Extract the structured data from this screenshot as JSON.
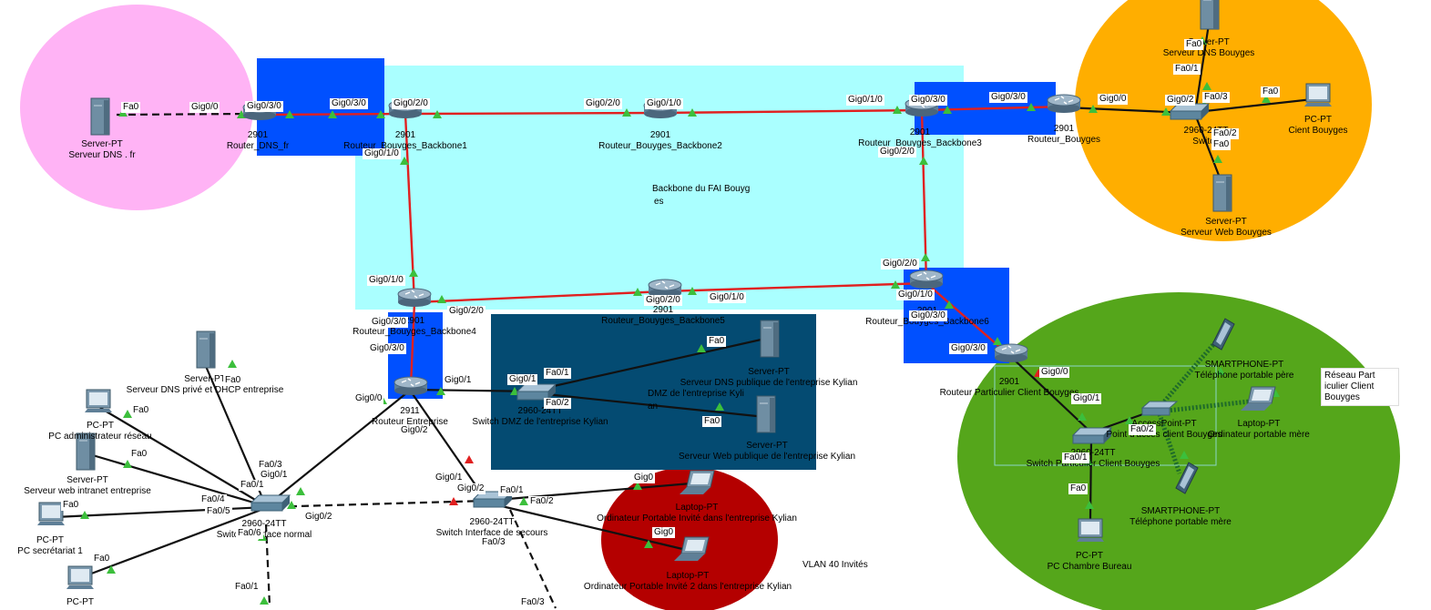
{
  "colors": {
    "pink_zone": "#ffb3f5",
    "orange_zone": "#ffae00",
    "green_zone": "#55a61b",
    "backbone_zone": "#aaffff",
    "dmz_zone": "#044b72",
    "blue_block": "#0050ff",
    "guest_zone": "#b40000",
    "red_link": "#e02020",
    "black_link": "#111111"
  },
  "zones": {
    "backbone_label": "Backbone du FAI Bouyg",
    "backbone_label2": "es",
    "dmz_label": "DMZ de l'entreprise Kyli",
    "dmz_label2": "an",
    "vlan_label": "VLAN 40 Invités",
    "client_note": "Réseau Part\niculier Client\nBouyges"
  },
  "devices": {
    "dns_fr": {
      "type": "Server-PT",
      "name": "Serveur DNS . fr"
    },
    "router_dns_fr": {
      "type": "2901",
      "name": "Router_DNS_fr"
    },
    "bb1": {
      "type": "2901",
      "name": "Routeur_Bouyges_Backbone1"
    },
    "bb2": {
      "type": "2901",
      "name": "Routeur_Bouyges_Backbone2"
    },
    "bb3": {
      "type": "2901",
      "name": "Routeur_Bouyges_Backbone3"
    },
    "bb4": {
      "type": "2901",
      "name": "Routeur_Bouyges_Backbone4"
    },
    "bb5": {
      "type": "2901",
      "name": "Routeur_Bouyges_Backbone5"
    },
    "bb6": {
      "type": "2901",
      "name": "Routeur_Bouyges_Backbone6"
    },
    "router_bouyges": {
      "type": "2901",
      "name": "Routeur_Bouyges"
    },
    "switch_bouyges": {
      "type": "2960-24TT",
      "name": "Switch"
    },
    "dns_bouyges": {
      "type": "Server-PT",
      "name": "Serveur DNS Bouyges"
    },
    "pc_client": {
      "type": "PC-PT",
      "name": "Cient Bouyges"
    },
    "web_bouyges": {
      "type": "Server-PT",
      "name": "Serveur Web Bouyges"
    },
    "router_particulier": {
      "type": "2901",
      "name": "Routeur Particulier Client Bouyges"
    },
    "switch_particulier": {
      "type": "2960-24TT",
      "name": "Switch Particulier Client Bouyges"
    },
    "access_point": {
      "type": "AccessPoint-PT",
      "name": "Point d'accès client Bouyges"
    },
    "phone_pere": {
      "type": "SMARTPHONE-PT",
      "name": "Téléphone portable père"
    },
    "laptop_mere": {
      "type": "Laptop-PT",
      "name": "Ordinateur portable mère"
    },
    "phone_mere": {
      "type": "SMARTPHONE-PT",
      "name": "Téléphone portable mère"
    },
    "pc_bureau": {
      "type": "PC-PT",
      "name": "PC Chambre Bureau"
    },
    "router_entreprise": {
      "type": "2911",
      "name": "Routeur Entreprise"
    },
    "switch_dmz": {
      "type": "2960-24TT",
      "name": "Switch DMZ de l'entreprise Kylian"
    },
    "dns_public": {
      "type": "Server-PT",
      "name": "Serveur DNS publique de l'entreprise Kylian"
    },
    "web_public": {
      "type": "Server-PT",
      "name": "Serveur Web publique de l'entreprise Kylian"
    },
    "dns_prive": {
      "type": "Server-PT",
      "name": "Serveur DNS privé et DHCP entreprise"
    },
    "pc_admin": {
      "type": "PC-PT",
      "name": "PC administrateur réseau"
    },
    "web_intranet": {
      "type": "Server-PT",
      "name": "Serveur web intranet entreprise"
    },
    "pc_secretariat": {
      "type": "PC-PT",
      "name": "PC secrétariat 1"
    },
    "pc_bottom": {
      "type": "PC-PT",
      "name": ""
    },
    "switch_normal": {
      "type": "2960-24TT",
      "name": "Switch Interface normal"
    },
    "switch_secours": {
      "type": "2960-24TT",
      "name": "Switch Interface de secours"
    },
    "laptop_invite1": {
      "type": "Laptop-PT",
      "name": "Ordinateur Portable Invité dans l'entreprise Kylian"
    },
    "laptop_invite2": {
      "type": "Laptop-PT",
      "name": "Ordinateur Portable Invité 2 dans l'entreprise Kylian"
    }
  },
  "ports": {
    "p1": "Fa0",
    "p2": "Gig0/0",
    "p3": "Gig0/3/0",
    "p4": "Gig0/3/0",
    "p5": "Gig0/2/0",
    "p6": "Gig0/1/0",
    "p7": "Gig0/2/0",
    "p8": "Gig0/1/0",
    "p9": "Gig0/1/0",
    "p10": "Gig0/3/0",
    "p11": "Gig0/2/0",
    "p12": "Gig0/3/0",
    "p13": "Gig0/0",
    "p14": "Fa0",
    "p15": "Fa0/1",
    "p16": "Gig0/2",
    "p17": "Fa0/3",
    "p18": "Fa0",
    "p19": "Fa0/2",
    "p20": "Fa0",
    "p21": "Gig0/1/0",
    "p22": "Gig0/2/0",
    "p23": "Gig0/2/0",
    "p24": "Gig0/1/0",
    "p25": "Gig0/2/0",
    "p26": "Gig0/1/0",
    "p27": "Gig0/3/0",
    "p28": "Gig0/3/0",
    "p29": "Gig0/3/0",
    "p30": "Gig0/1",
    "p31": "Gig0/1",
    "p32": "Fa0/1",
    "p33": "Fa0/2",
    "p34": "Fa0",
    "p35": "Fa0",
    "p36": "Gig0/0",
    "p37": "Gig0/2",
    "p38": "Gig0/3/0",
    "p39": "Gig0/0",
    "p40": "Gig0/1",
    "p41": "Fa0/2",
    "p42": "Fa0/1",
    "p43": "Fa0",
    "p44": "Fa0",
    "p45": "Fa0",
    "p46": "Fa0",
    "p47": "Fa0",
    "p48": "Fa0",
    "p49": "Fa0/3",
    "p50": "Gig0/1",
    "p51": "Fa0/4",
    "p52": "Fa0/5",
    "p53": "Fa0/6",
    "p54": "Fa0/1",
    "p55": "Gig0/2",
    "p56": "Gig0/1",
    "p57": "Gig0/2",
    "p58": "Fa0/1",
    "p59": "Fa0/2",
    "p60": "Fa0/3",
    "p61": "Fa0/3",
    "p62": "Gig0",
    "p63": "Gig0",
    "p64": "Fa0/1"
  }
}
